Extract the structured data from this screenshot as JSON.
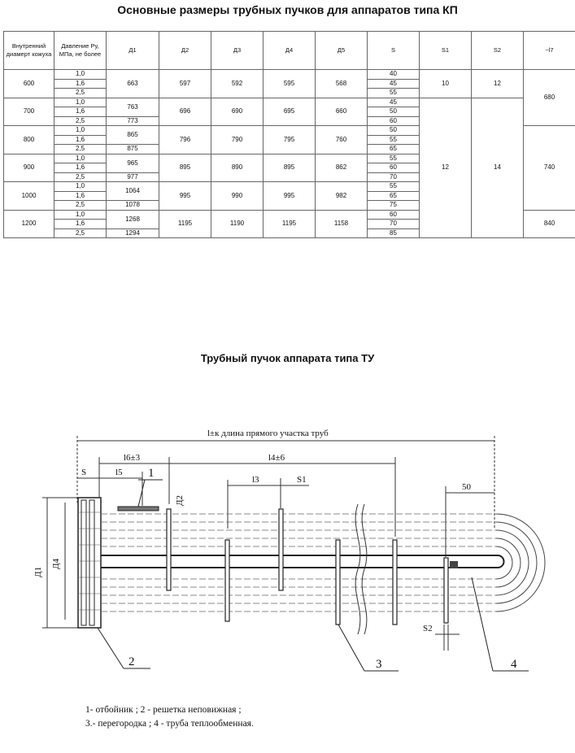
{
  "table_title": "Основные размеры трубных пучков для аппаратов типа КП",
  "headers": {
    "diameter": "Внутренний диамерт кожуха",
    "pressure": "Давление Ру, МПа, не более",
    "d1": "Д1",
    "d2": "Д2",
    "d3": "Д3",
    "d4": "Д4",
    "d5": "Д5",
    "s": "S",
    "s1": "S1",
    "s2": "S2",
    "l7": "~l7"
  },
  "groups": [
    {
      "diameter": "600",
      "pressures": [
        "1,0",
        "1,6",
        "2,5"
      ],
      "d1": [
        "663"
      ],
      "d2": "597",
      "d3": "592",
      "d4": "595",
      "d5": "568",
      "s": [
        "40",
        "45",
        "55"
      ]
    },
    {
      "diameter": "700",
      "pressures": [
        "1,0",
        "1,6",
        "2,5"
      ],
      "d1": [
        "763",
        "773"
      ],
      "d2": "696",
      "d3": "690",
      "d4": "695",
      "d5": "660",
      "s": [
        "45",
        "50",
        "60"
      ]
    },
    {
      "diameter": "800",
      "pressures": [
        "1,0",
        "1,6",
        "2,5"
      ],
      "d1": [
        "865",
        "875"
      ],
      "d2": "796",
      "d3": "790",
      "d4": "795",
      "d5": "760",
      "s": [
        "50",
        "55",
        "65"
      ]
    },
    {
      "diameter": "900",
      "pressures": [
        "1,0",
        "1,6",
        "2,5"
      ],
      "d1": [
        "965",
        "977"
      ],
      "d2": "895",
      "d3": "890",
      "d4": "895",
      "d5": "862",
      "s": [
        "55",
        "60",
        "70"
      ]
    },
    {
      "diameter": "1000",
      "pressures": [
        "1,0",
        "1,6",
        "2,5"
      ],
      "d1": [
        "1064",
        "1078"
      ],
      "d2": "995",
      "d3": "990",
      "d4": "995",
      "d5": "982",
      "s": [
        "55",
        "65",
        "75"
      ]
    },
    {
      "diameter": "1200",
      "pressures": [
        "1,0",
        "1,6",
        "2,5"
      ],
      "d1": [
        "1268",
        "1294"
      ],
      "d2": "1195",
      "d3": "1190",
      "d4": "1195",
      "d5": "1158",
      "s": [
        "60",
        "70",
        "85"
      ]
    }
  ],
  "s1_values": [
    "10",
    "12"
  ],
  "s2_values": [
    "12",
    "14"
  ],
  "l7_values": [
    "680",
    "740",
    "840"
  ],
  "drawing_title": "Трубный пучок аппарата типа ТУ",
  "drawing": {
    "dim_total": "l±к  длина прямого участка труб",
    "dim_l6": "l6±3",
    "dim_l4": "l4±6",
    "dim_s": "S",
    "dim_l5": "l5",
    "dim_l3": "l3",
    "dim_s1": "S1",
    "dim_50": "50",
    "dim_s2": "S2",
    "dim_d2": "Д2",
    "dim_d1": "Д1",
    "dim_d4": "Д4",
    "callout_1": "1",
    "callout_2": "2",
    "callout_3": "3",
    "callout_4": "4",
    "legend_1": "1- отбойник   ; 2 - решетка неповижная ;",
    "legend_2": "3.- перегородка ; 4 - труба теплообменная."
  }
}
